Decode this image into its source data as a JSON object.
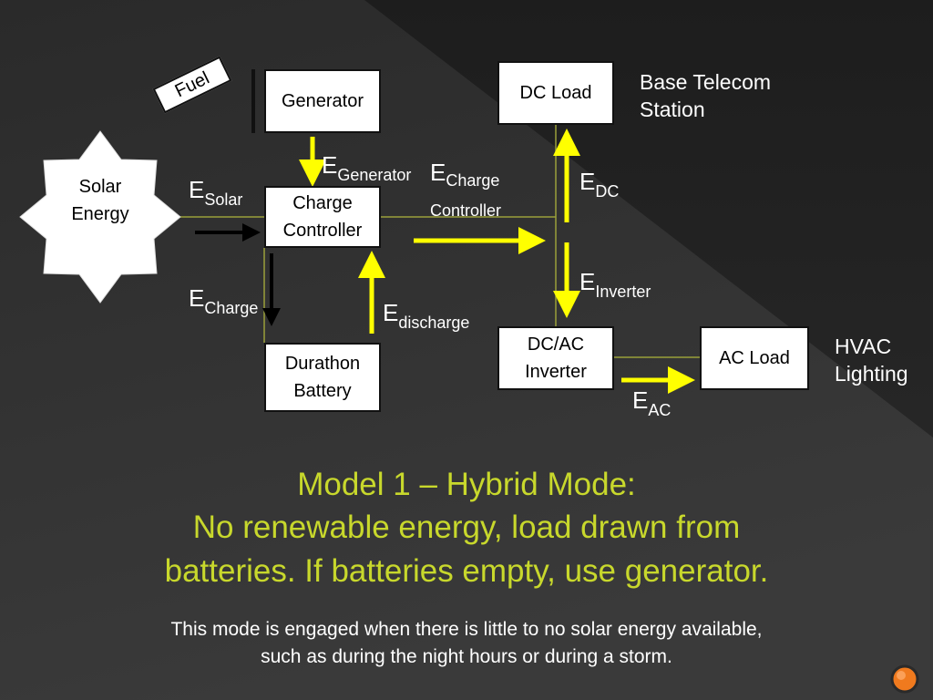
{
  "diagram": {
    "nodes": {
      "generator": "Generator",
      "charge_controller_line1": "Charge",
      "charge_controller_line2": "Controller",
      "battery_line1": "Durathon",
      "battery_line2": "Battery",
      "dc_load": "DC Load",
      "inverter_line1": "DC/AC",
      "inverter_line2": "Inverter",
      "ac_load": "AC Load",
      "fuel": "Fuel",
      "solar_line1": "Solar",
      "solar_line2": "Energy"
    },
    "flows": {
      "generator": {
        "base": "E",
        "sub": "Generator"
      },
      "solar": {
        "base": "E",
        "sub": "Solar"
      },
      "charge_controller": {
        "base": "E",
        "sub_line1": "Charge",
        "sub_line2": "Controller"
      },
      "dc": {
        "base": "E",
        "sub": "DC"
      },
      "inverter": {
        "base": "E",
        "sub": "Inverter"
      },
      "charge": {
        "base": "E",
        "sub": "Charge"
      },
      "discharge": {
        "base": "E",
        "sub": "discharge"
      },
      "ac": {
        "base": "E",
        "sub": "AC"
      }
    },
    "side_labels": {
      "telecom_line1": "Base Telecom",
      "telecom_line2": "Station",
      "hvac_line1": "HVAC",
      "hvac_line2": "Lighting"
    }
  },
  "slide": {
    "title_line1": "Model 1 – Hybrid Mode:",
    "title_line2": "No renewable energy, load drawn from",
    "title_line3": "batteries. If batteries empty, use generator.",
    "subtitle_line1": "This mode is engaged when there is little to no solar energy available,",
    "subtitle_line2": "such as during the night hours or during a storm."
  },
  "colors": {
    "background": "#262626",
    "title": "#c8d82c",
    "arrow_yellow": "#ffff00",
    "connector": "#9aa03a",
    "nav_button": "#f07a1e"
  },
  "icons": {
    "nav": "orange-circle-button"
  }
}
